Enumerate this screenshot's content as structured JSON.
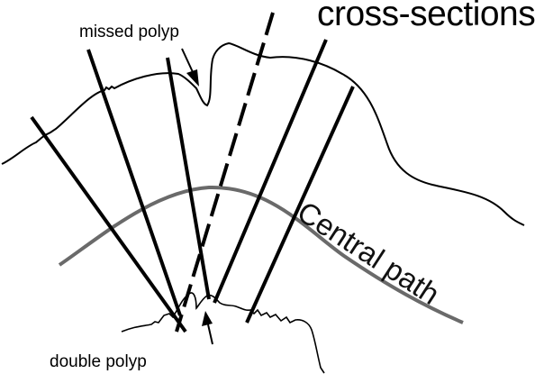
{
  "labels": {
    "title": "cross-sections",
    "missed_polyp": "missed polyp",
    "double_polyp": "double polyp",
    "central_path": "Central path"
  },
  "colors": {
    "ink": "#000000",
    "central_path": "#6a6a6a",
    "background": "#ffffff"
  }
}
